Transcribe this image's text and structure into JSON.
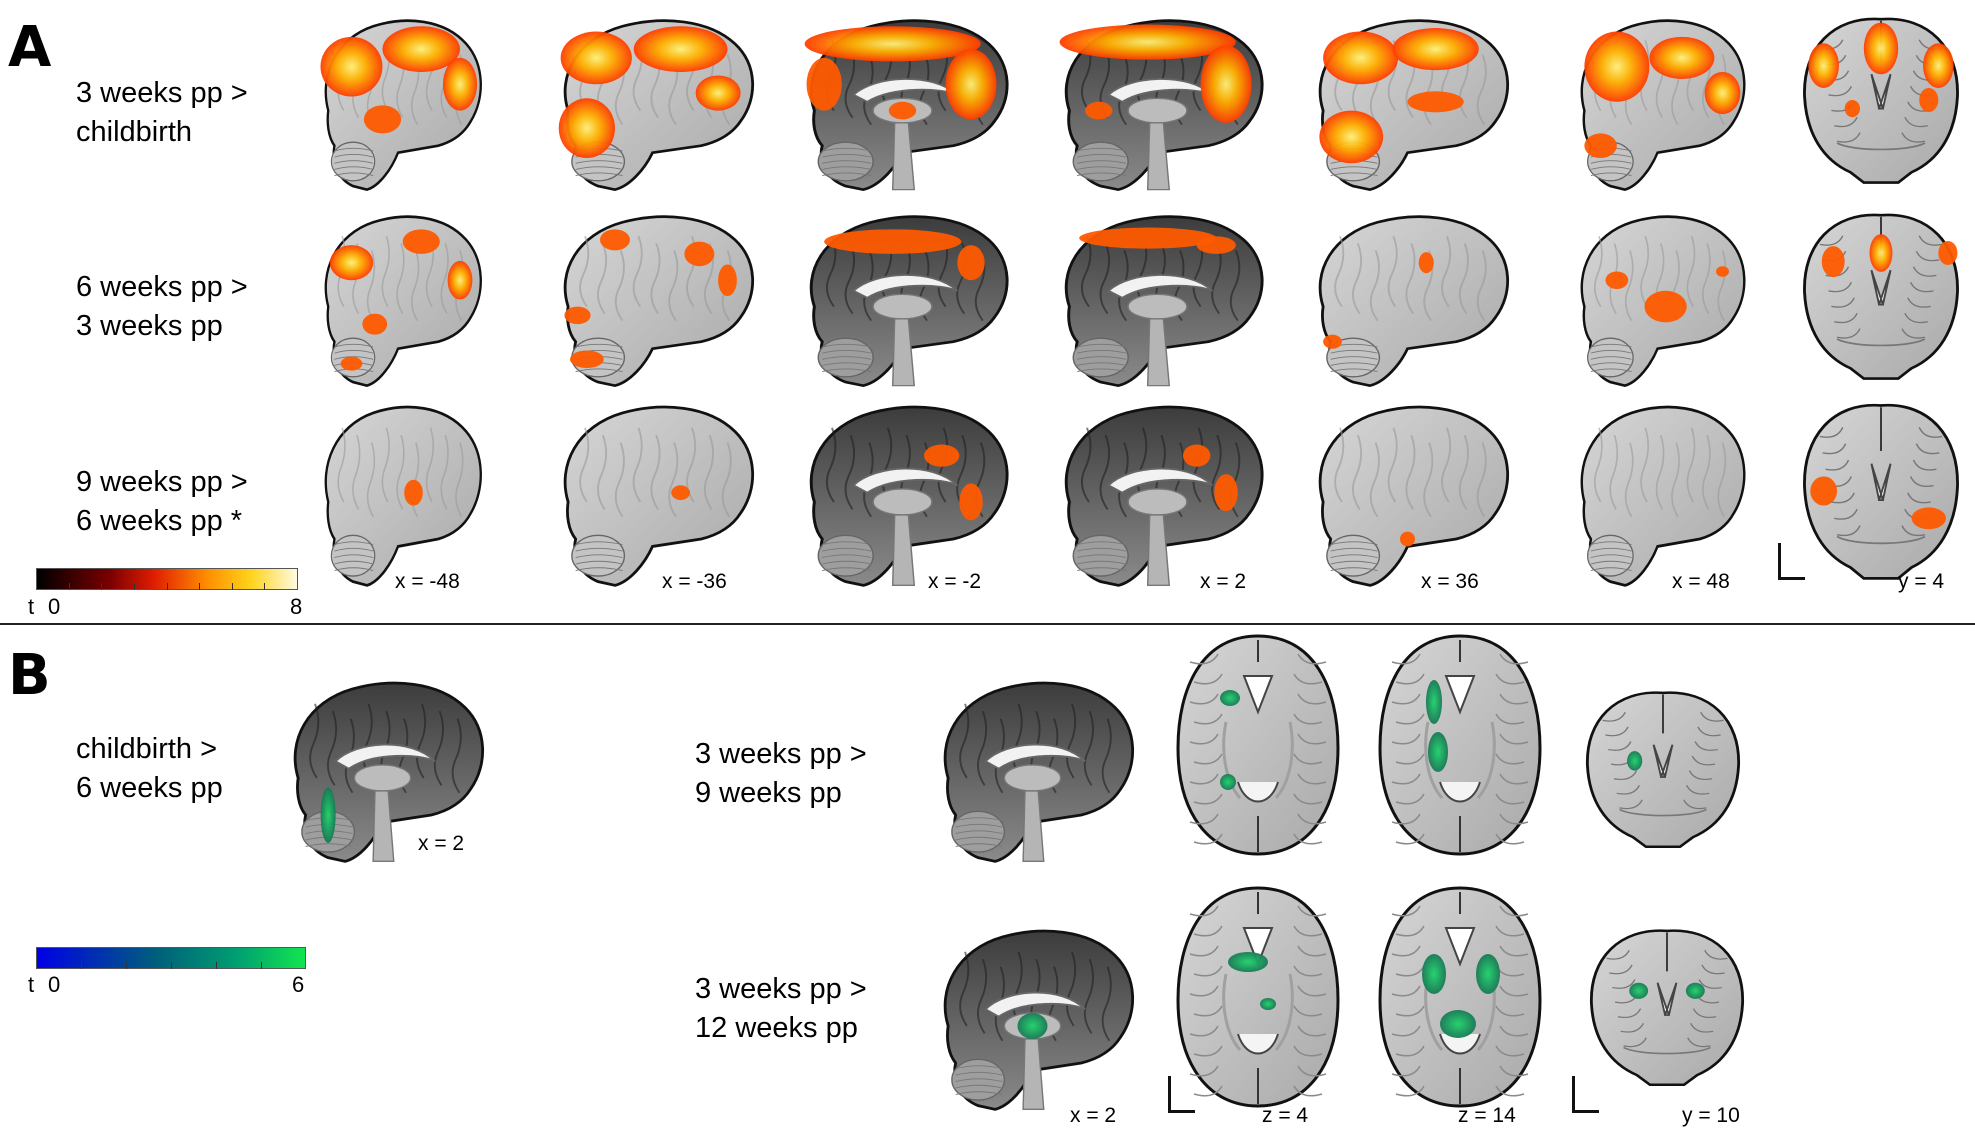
{
  "panel_a": {
    "letter": "A",
    "rows": [
      {
        "line1": "3 weeks pp >",
        "line2": "childbirth"
      },
      {
        "line1": "6 weeks pp >",
        "line2": "3 weeks pp"
      },
      {
        "line1": "9 weeks pp >",
        "line2": "6 weeks pp *"
      }
    ],
    "coords": [
      "x = -48",
      "x = -36",
      "x = -2",
      "x = 2",
      "x = 36",
      "x = 48",
      "y = 4"
    ],
    "colorbar": {
      "t_label": "t",
      "min": "0",
      "max": "8"
    }
  },
  "panel_b": {
    "letter": "B",
    "rows": [
      {
        "line1": "childbirth >",
        "line2": "6 weeks pp",
        "coord": "x = 2"
      },
      {
        "line1": "3 weeks pp >",
        "line2": "9 weeks pp"
      },
      {
        "line1": "3 weeks pp >",
        "line2": "12 weeks pp"
      }
    ],
    "coords": [
      "x = 2",
      "z = 4",
      "z = 14",
      "y = 10"
    ],
    "colorbar": {
      "t_label": "t",
      "min": "0",
      "max": "6"
    }
  },
  "colors": {
    "hot": "#ff5a00",
    "hot_core": "#ffd21a",
    "cool": "#1aa35a",
    "gray_dark": "#4a4a4a",
    "gray_light": "#d9d9d9"
  }
}
